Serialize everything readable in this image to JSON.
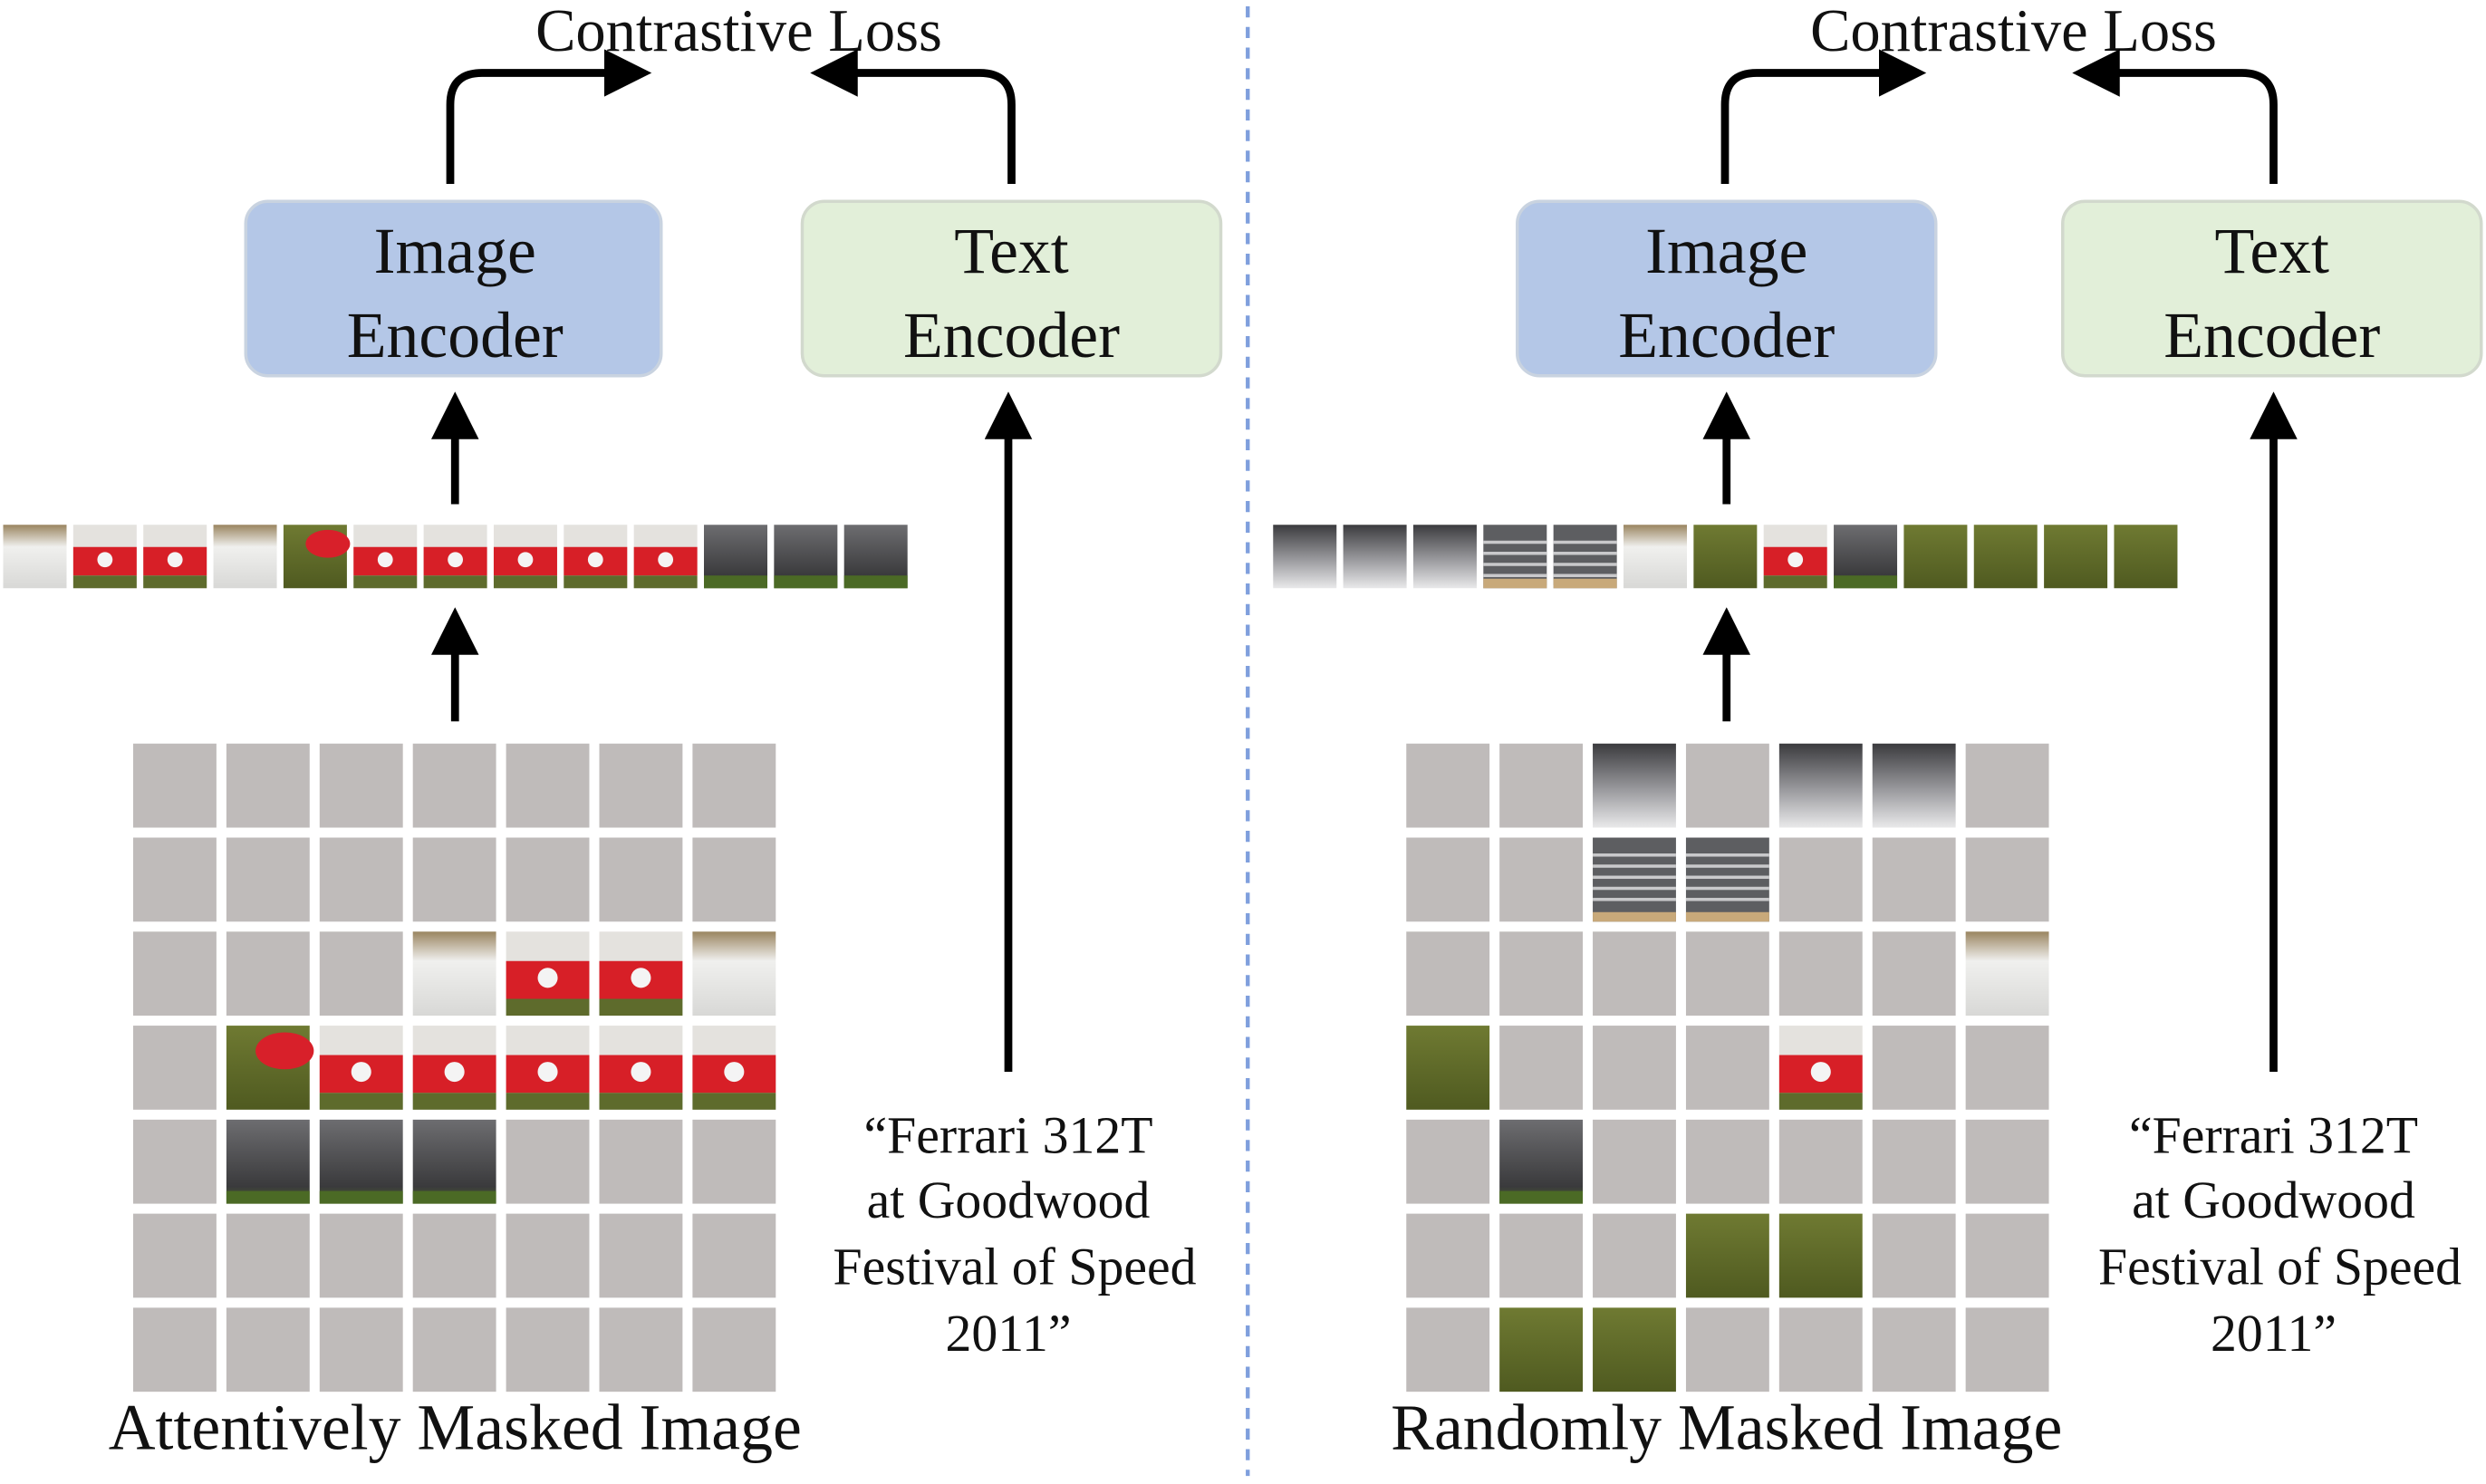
{
  "left_panel": {
    "loss_label": "Contrastive Loss",
    "image_encoder": {
      "line1": "Image",
      "line2": "Encoder"
    },
    "text_encoder": {
      "line1": "Text",
      "line2": "Encoder"
    },
    "caption": "Attentively Masked Image",
    "quote_lines": [
      "“Ferrari 312T",
      "at Goodwood",
      "Festival of Speed",
      "2011”"
    ],
    "grid_visible_cells": [
      [
        2,
        3
      ],
      [
        2,
        4
      ],
      [
        2,
        5
      ],
      [
        2,
        6
      ],
      [
        3,
        1
      ],
      [
        3,
        2
      ],
      [
        3,
        3
      ],
      [
        3,
        4
      ],
      [
        3,
        5
      ],
      [
        3,
        6
      ],
      [
        4,
        1
      ],
      [
        4,
        2
      ],
      [
        4,
        3
      ]
    ]
  },
  "right_panel": {
    "loss_label": "Contrastive Loss",
    "image_encoder": {
      "line1": "Image",
      "line2": "Encoder"
    },
    "text_encoder": {
      "line1": "Text",
      "line2": "Encoder"
    },
    "caption": "Randomly Masked Image",
    "quote_lines": [
      "“Ferrari 312T",
      "at Goodwood",
      "Festival of Speed",
      "2011”"
    ],
    "grid_visible_cells": [
      [
        0,
        2
      ],
      [
        0,
        4
      ],
      [
        0,
        5
      ],
      [
        1,
        2
      ],
      [
        1,
        3
      ],
      [
        2,
        6
      ],
      [
        3,
        0
      ],
      [
        3,
        4
      ],
      [
        4,
        1
      ],
      [
        5,
        3
      ],
      [
        5,
        4
      ],
      [
        6,
        1
      ],
      [
        6,
        2
      ]
    ]
  },
  "colors": {
    "image_encoder_fill": "#b4c7e7",
    "text_encoder_fill": "#e2efd9",
    "mask_gray": "#bfbbba",
    "divider": "#7f9fdd"
  }
}
